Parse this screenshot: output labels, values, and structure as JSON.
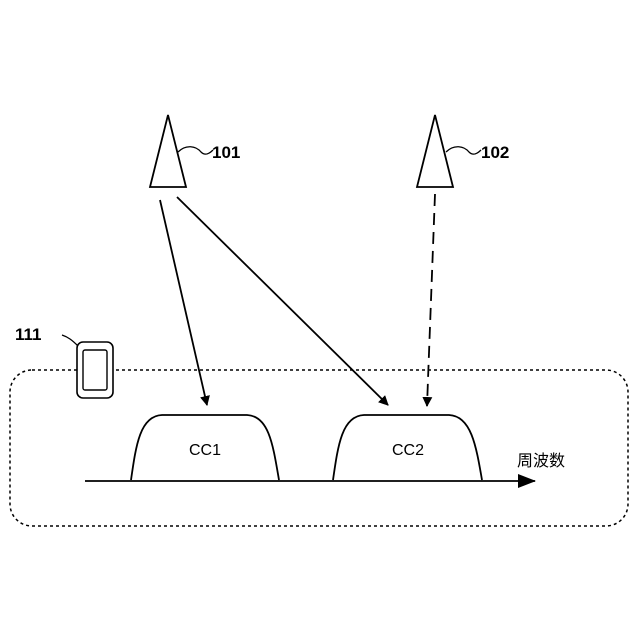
{
  "base_station_1": {
    "label": "101"
  },
  "base_station_2": {
    "label": "102"
  },
  "terminal": {
    "label": "111"
  },
  "carriers": [
    {
      "label": "CC1"
    },
    {
      "label": "CC2"
    }
  ],
  "axis": {
    "label": "周波数"
  },
  "colors": {
    "stroke": "#000000",
    "background": "#ffffff"
  }
}
